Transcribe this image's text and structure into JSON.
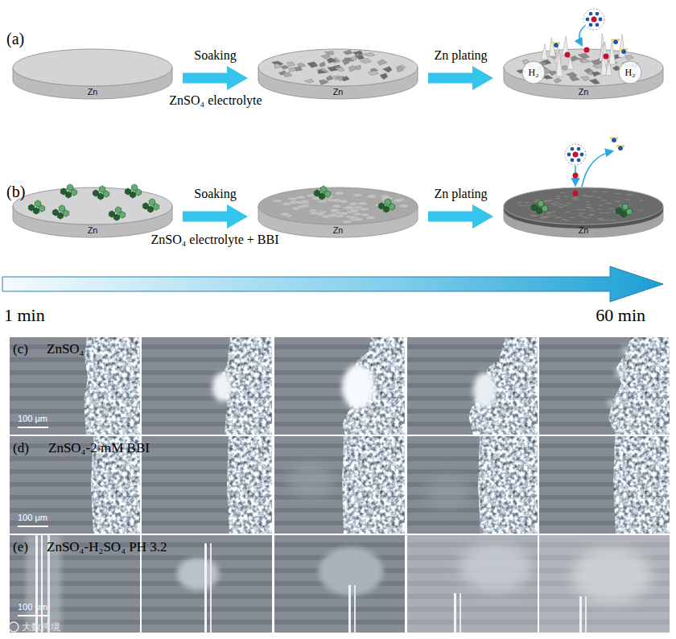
{
  "diagram": {
    "nodes": [
      {
        "text": [
          "Zn"
        ]
      },
      {
        "text": [
          "Zn"
        ]
      },
      {
        "text": [
          "Zn"
        ]
      },
      {
        "text": [
          "Zn"
        ]
      },
      {
        "text": [
          "Zn"
        ]
      },
      {
        "text": [
          "Zn"
        ]
      }
    ],
    "edges": [
      {
        "from": 0,
        "to": 1,
        "arrow": "to",
        "label": "Soaking"
      },
      {
        "from": 1,
        "to": 2,
        "arrow": "to",
        "label": "Zn plating"
      },
      {
        "from": 3,
        "to": 4,
        "arrow": "to",
        "label": "Soaking"
      },
      {
        "from": 4,
        "to": 5,
        "arrow": "to",
        "label": "Zn plating"
      }
    ],
    "labels": [
      "(a)",
      "ZnSO₄ electrolyte",
      "H₂",
      "H₂",
      "(b)",
      "ZnSO₄ electrolyte + BBI",
      "1 min",
      "60 min",
      "(c)",
      "ZnSO₄",
      "100 μm",
      "(d)",
      "ZnSO₄-2 mM BBI",
      "100 μm",
      "(e)",
      "ZnSO₄-H₂SO₄ PH 3.2",
      "100 μm",
      "大数跨境"
    ]
  }
}
